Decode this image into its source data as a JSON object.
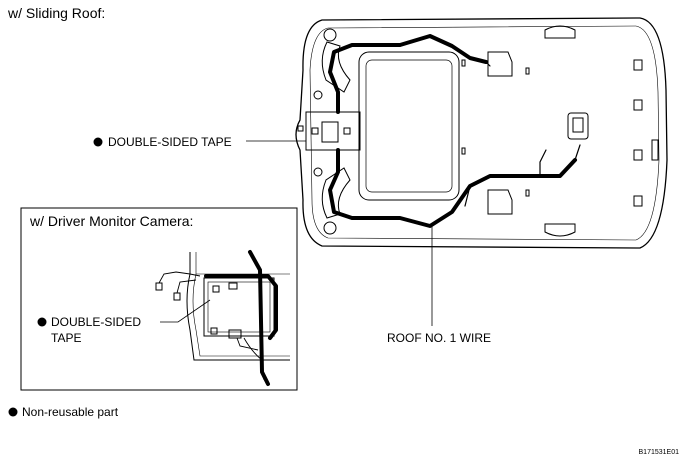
{
  "diagram": {
    "title": "w/ Sliding Roof:",
    "callouts": {
      "tape_main": "DOUBLE-SIDED TAPE",
      "wire": "ROOF NO. 1 WIRE",
      "tape_inset_line1": "DOUBLE-SIDED",
      "tape_inset_line2": "TAPE"
    },
    "inset": {
      "title": "w/ Driver Monitor Camera:"
    },
    "legend": {
      "label": "Non-reusable part"
    },
    "figure_code": "B171531E01"
  }
}
